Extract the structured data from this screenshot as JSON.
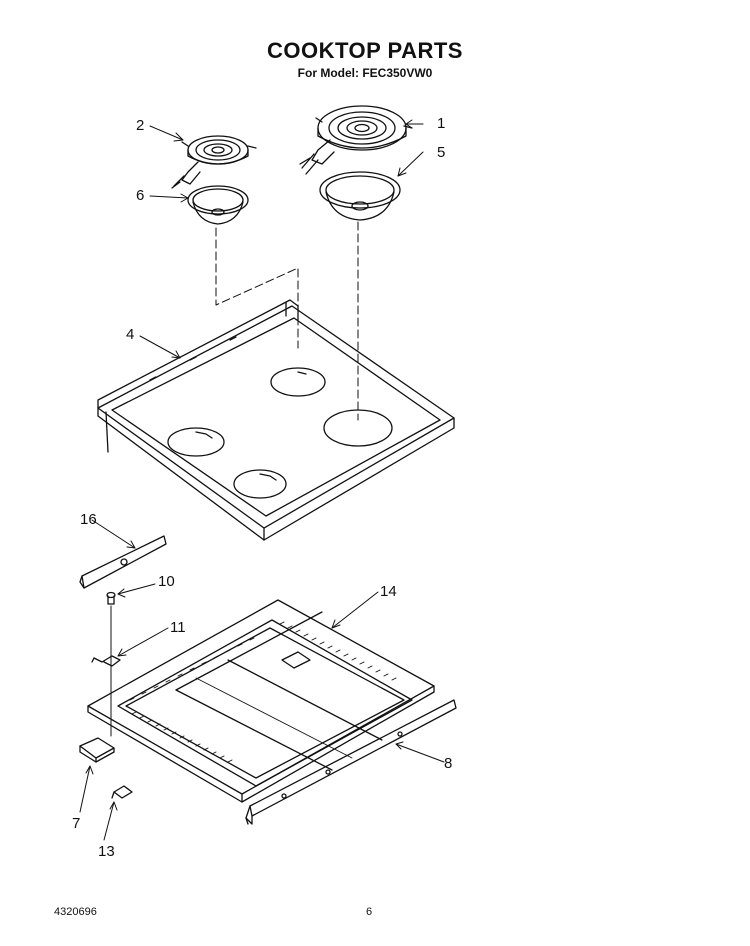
{
  "header": {
    "title": "COOKTOP PARTS",
    "subtitle": "For Model: FEC350VW0"
  },
  "callouts": [
    "1",
    "2",
    "4",
    "5",
    "6",
    "16",
    "10",
    "11",
    "14",
    "8",
    "7",
    "13"
  ],
  "footer": {
    "doc_number": "4320696",
    "page_number": "6"
  },
  "colors": {
    "line": "#111111",
    "paper": "#ffffff"
  }
}
